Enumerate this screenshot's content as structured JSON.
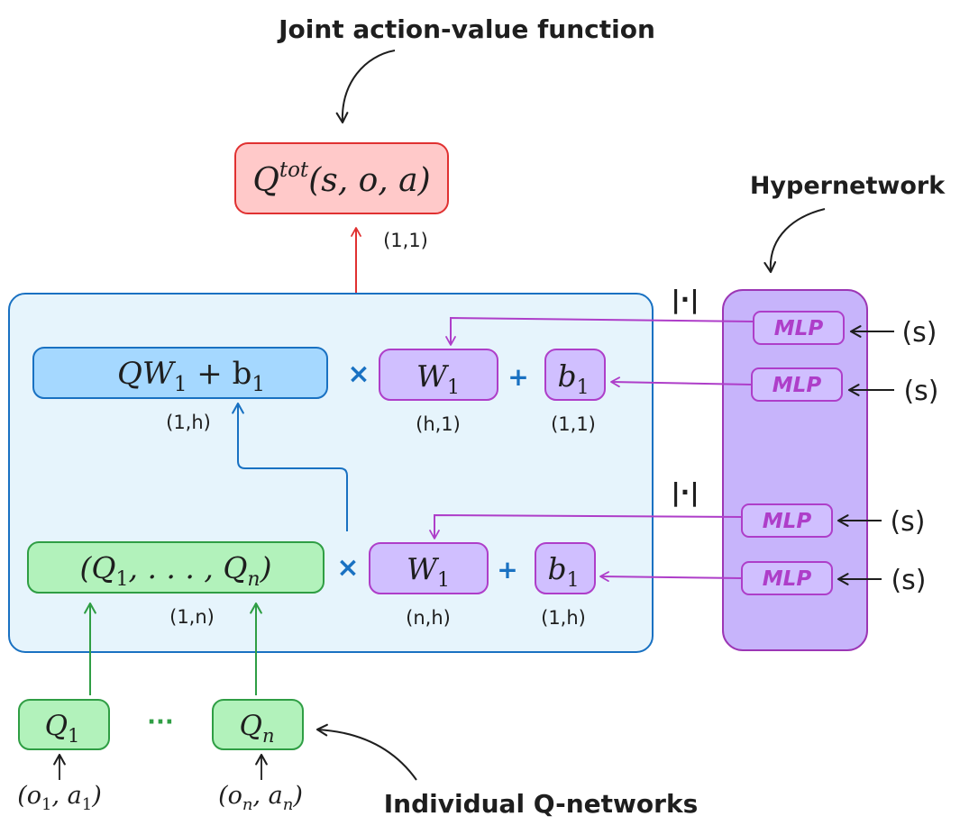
{
  "annotations": {
    "joint": "Joint action-value function",
    "hypernetwork": "Hypernetwork",
    "individual": "Individual Q-networks"
  },
  "qtot": {
    "base": "Q",
    "sup": "tot",
    "args": "(s, o, a)",
    "shape": "(1,1)"
  },
  "layer2": {
    "result": {
      "prefix": "QW",
      "sub": "1",
      "suffix": " + b",
      "sub2": "1"
    },
    "result_shape": "(1,h)",
    "times": "×",
    "weight": {
      "base": "W",
      "sub": "1"
    },
    "weight_shape": "(h,1)",
    "plus": "+",
    "bias": {
      "base": "b",
      "sub": "1"
    },
    "bias_shape": "(1,1)"
  },
  "layer1": {
    "input": {
      "open": "(Q",
      "sub1": "1",
      "mid": ", . . . , Q",
      "subn": "n",
      "close": ")"
    },
    "input_shape": "(1,n)",
    "times": "×",
    "weight": {
      "base": "W",
      "sub": "1"
    },
    "weight_shape": "(n,h)",
    "plus": "+",
    "bias": {
      "base": "b",
      "sub": "1"
    },
    "bias_shape": "(1,h)"
  },
  "hyper": {
    "mlp_label": "MLP",
    "state_label": "(s)",
    "abs_label": "|·|"
  },
  "agents": {
    "q1": {
      "base": "Q",
      "sub": "1"
    },
    "qn": {
      "base": "Q",
      "sub": "n"
    },
    "ellipsis": "···",
    "obs1": {
      "open": "(o",
      "sub_o": "1",
      "mid": ", a",
      "sub_a": "1",
      "close": ")"
    },
    "obsn": {
      "open": "(o",
      "sub_o": "n",
      "mid": ", a",
      "sub_a": "n",
      "close": ")"
    }
  },
  "colors": {
    "mixer_bg": "#e6f4fc",
    "mixer_border": "#1971c2",
    "qtot_fill": "#ffc9c9",
    "qtot_border": "#e03131",
    "result_fill": "#a5d8ff",
    "input_fill": "#b2f2bb",
    "input_border": "#2f9e44",
    "weight_fill": "#d0bfff",
    "hyper_fill": "#c7b4fb",
    "hyper_border": "#9c36b5",
    "operator": "#1971c2"
  }
}
